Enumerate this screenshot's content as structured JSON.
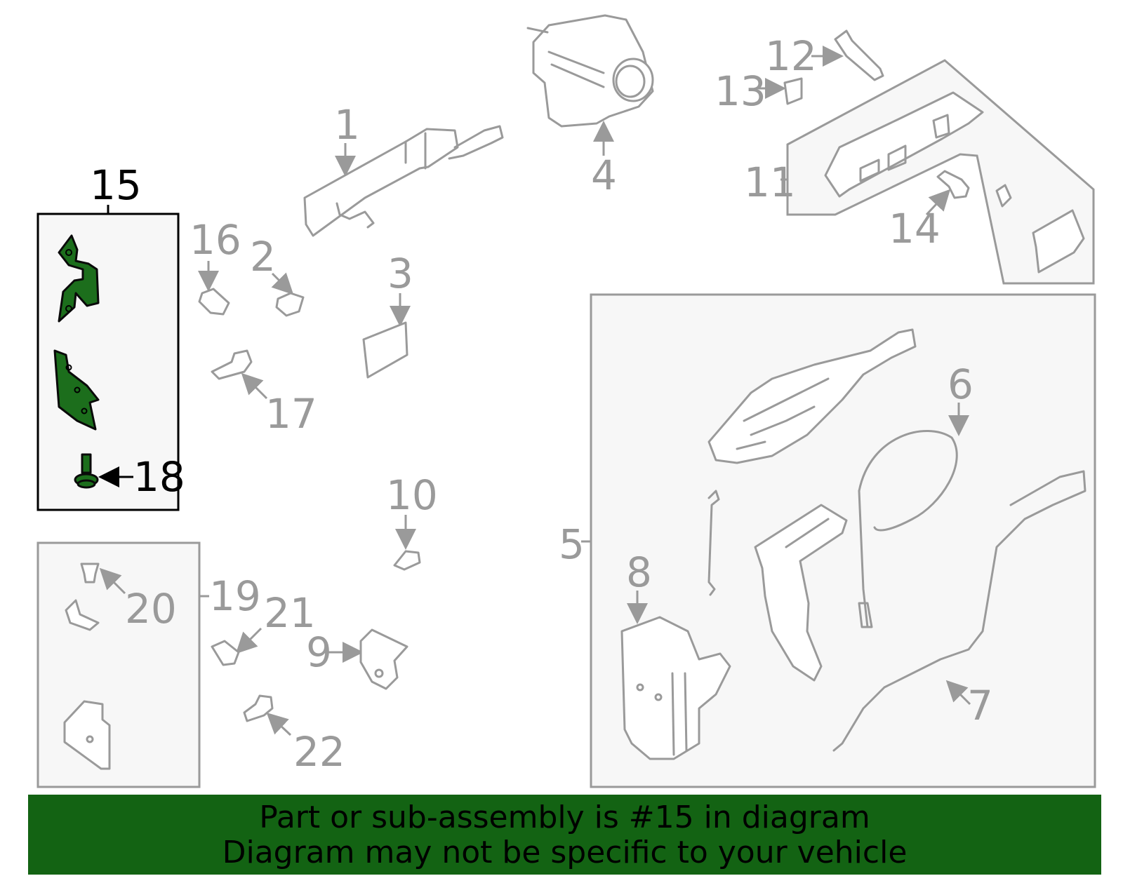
{
  "callouts": {
    "c1": "1",
    "c2": "2",
    "c3": "3",
    "c4": "4",
    "c5": "5",
    "c6": "6",
    "c7": "7",
    "c8": "8",
    "c9": "9",
    "c10": "10",
    "c11": "11",
    "c12": "12",
    "c13": "13",
    "c14": "14",
    "c15": "15",
    "c16": "16",
    "c17": "17",
    "c18": "18",
    "c19": "19",
    "c20": "20",
    "c21": "21",
    "c22": "22"
  },
  "highlight": {
    "part": "15",
    "color": "#1c6e1c"
  },
  "banner": {
    "line1": "Part or sub-assembly is #15 in diagram",
    "line2": "Diagram may not be specific to your vehicle",
    "color": "#136313"
  }
}
